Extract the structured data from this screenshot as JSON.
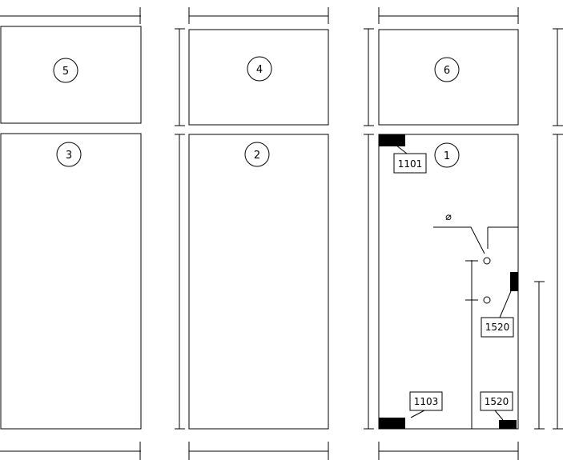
{
  "panels": {
    "top_left_number": "5",
    "top_middle_number": "4",
    "top_right_number": "6",
    "bottom_left_number": "3",
    "bottom_middle_number": "2",
    "bottom_right_number": "1"
  },
  "part_labels": {
    "top_left_block": "1101",
    "bottom_left_block": "1103",
    "right_side_block": "1520",
    "bottom_right_block": "1520"
  },
  "symbols": {
    "diameter_symbol": "⌀"
  },
  "colors": {
    "line": "#000000",
    "fill": "#ffffff",
    "block": "#000000"
  }
}
